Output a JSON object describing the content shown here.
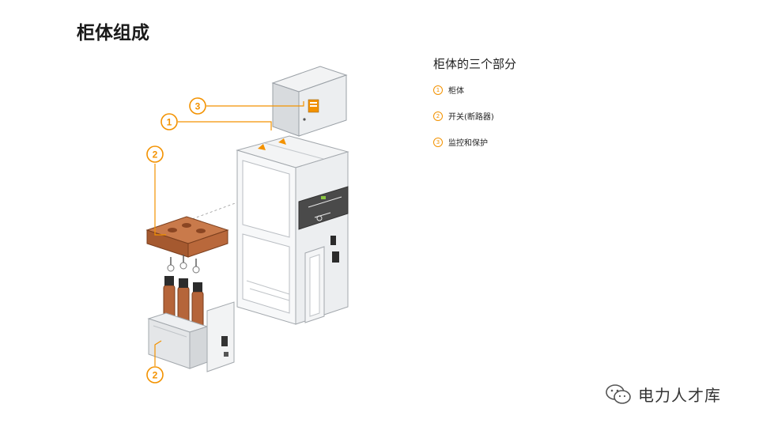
{
  "slide": {
    "title": "柜体组成"
  },
  "legend": {
    "heading": "柜体的三个部分",
    "items": [
      {
        "num": "1",
        "label": "柜体"
      },
      {
        "num": "2",
        "label": "开关(断路器)"
      },
      {
        "num": "3",
        "label": "监控和保护"
      }
    ]
  },
  "callouts": {
    "c1": "1",
    "c2_top": "2",
    "c2_bottom": "2",
    "c3": "3"
  },
  "watermark": {
    "text": "电力人才库"
  },
  "colors": {
    "accent": "#f39200",
    "copper": "#b5653a",
    "frame": "#e4e6e8",
    "panel_dark": "#4a4a4a"
  }
}
